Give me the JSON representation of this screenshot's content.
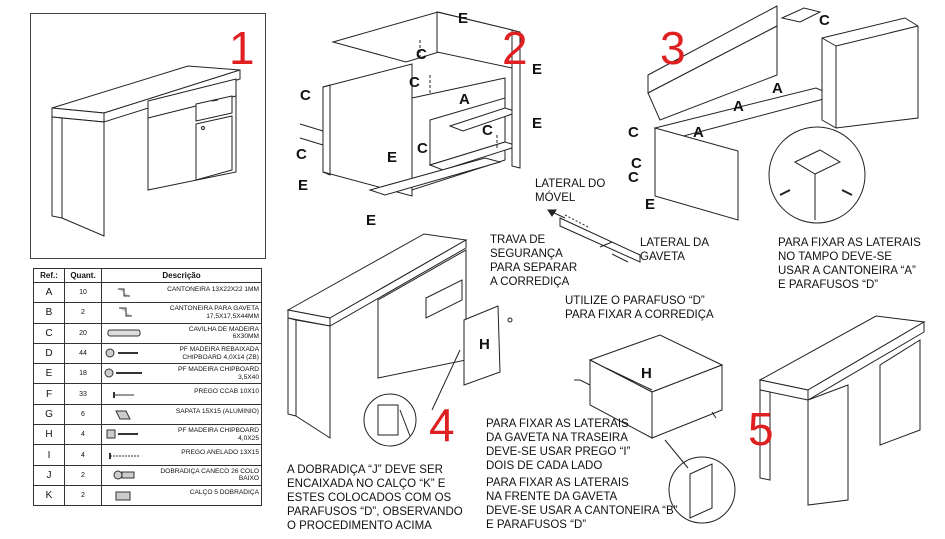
{
  "steps": [
    "1",
    "2",
    "3",
    "4",
    "5"
  ],
  "table": {
    "headers": [
      "Ref.:",
      "Quant.",
      "Descrição"
    ],
    "rows": [
      {
        "ref": "A",
        "qty": "10",
        "desc": "CANTONEIRA 13X22X22 1MM",
        "icon": "bracket-icon"
      },
      {
        "ref": "B",
        "qty": "2",
        "desc": "CANTONEIRA PARA GAVETA\n17,5X17,5X44MM",
        "icon": "drawer-bracket-icon"
      },
      {
        "ref": "C",
        "qty": "20",
        "desc": "CAVILHA DE MADEIRA\n6X30MM",
        "icon": "dowel-icon"
      },
      {
        "ref": "D",
        "qty": "44",
        "desc": "PF MADEIRA REBAIXADA\nCHIPBOARD 4,0X14 (ZB)",
        "icon": "short-screw-icon"
      },
      {
        "ref": "E",
        "qty": "18",
        "desc": "PF MADEIRA CHIPBOARD\n3,5X40",
        "icon": "long-screw-icon"
      },
      {
        "ref": "F",
        "qty": "33",
        "desc": "PREGO CCAB 10X10",
        "icon": "nail-icon"
      },
      {
        "ref": "G",
        "qty": "6",
        "desc": "SAPATA 15X15 (ALUMINIO)",
        "icon": "foot-pad-icon"
      },
      {
        "ref": "H",
        "qty": "4",
        "desc": "PF MADEIRA CHIPBOARD\n4,0X25",
        "icon": "screw-icon"
      },
      {
        "ref": "I",
        "qty": "4",
        "desc": "PREGO ANELADO 13X15",
        "icon": "ring-nail-icon"
      },
      {
        "ref": "J",
        "qty": "2",
        "desc": "DOBRADIÇA CANECO 26 COLO\nBAIXO",
        "icon": "hinge-icon"
      },
      {
        "ref": "K",
        "qty": "2",
        "desc": "CALÇO 5 DOBRADIÇA",
        "icon": "hinge-plate-icon"
      }
    ]
  },
  "labels": {
    "E": "E",
    "C": "C",
    "A": "A",
    "H": "H"
  },
  "notes": {
    "lateral_movel": "LATERAL DO\nMÓVEL",
    "trava": "TRAVA DE\nSEGURANÇA\nPARA SEPARAR\nA CORREDIÇA",
    "lateral_gaveta": "LATERAL DA\nGAVETA",
    "parafuso_d": "UTILIZE O PARAFUSO “D”\nPARA FIXAR A CORREDIÇA",
    "fixar_tampo": "PARA FIXAR AS LATERAIS\nNO TAMPO DEVE-SE\nUSAR A CANTONEIRA “A”\nE PARAFUSOS “D”",
    "dobradica": "A DOBRADIÇA “J” DEVE SER\nENCAIXADA NO CALÇO “K” E\nESTES COLOCADOS COM OS\nPARAFUSOS “D”, OBSERVANDO\nO PROCEDIMENTO ACIMA",
    "traseira": "PARA FIXAR AS LATERAIS\nDA GAVETA NA TRASEIRA\nDEVE-SE USAR PREGO “I”\nDOIS DE CADA LADO",
    "frente": "PARA FIXAR AS LATERAIS\nNA FRENTE DA GAVETA\nDEVE-SE USAR A CANTONEIRA “B”\nE PARAFUSOS “D”"
  }
}
